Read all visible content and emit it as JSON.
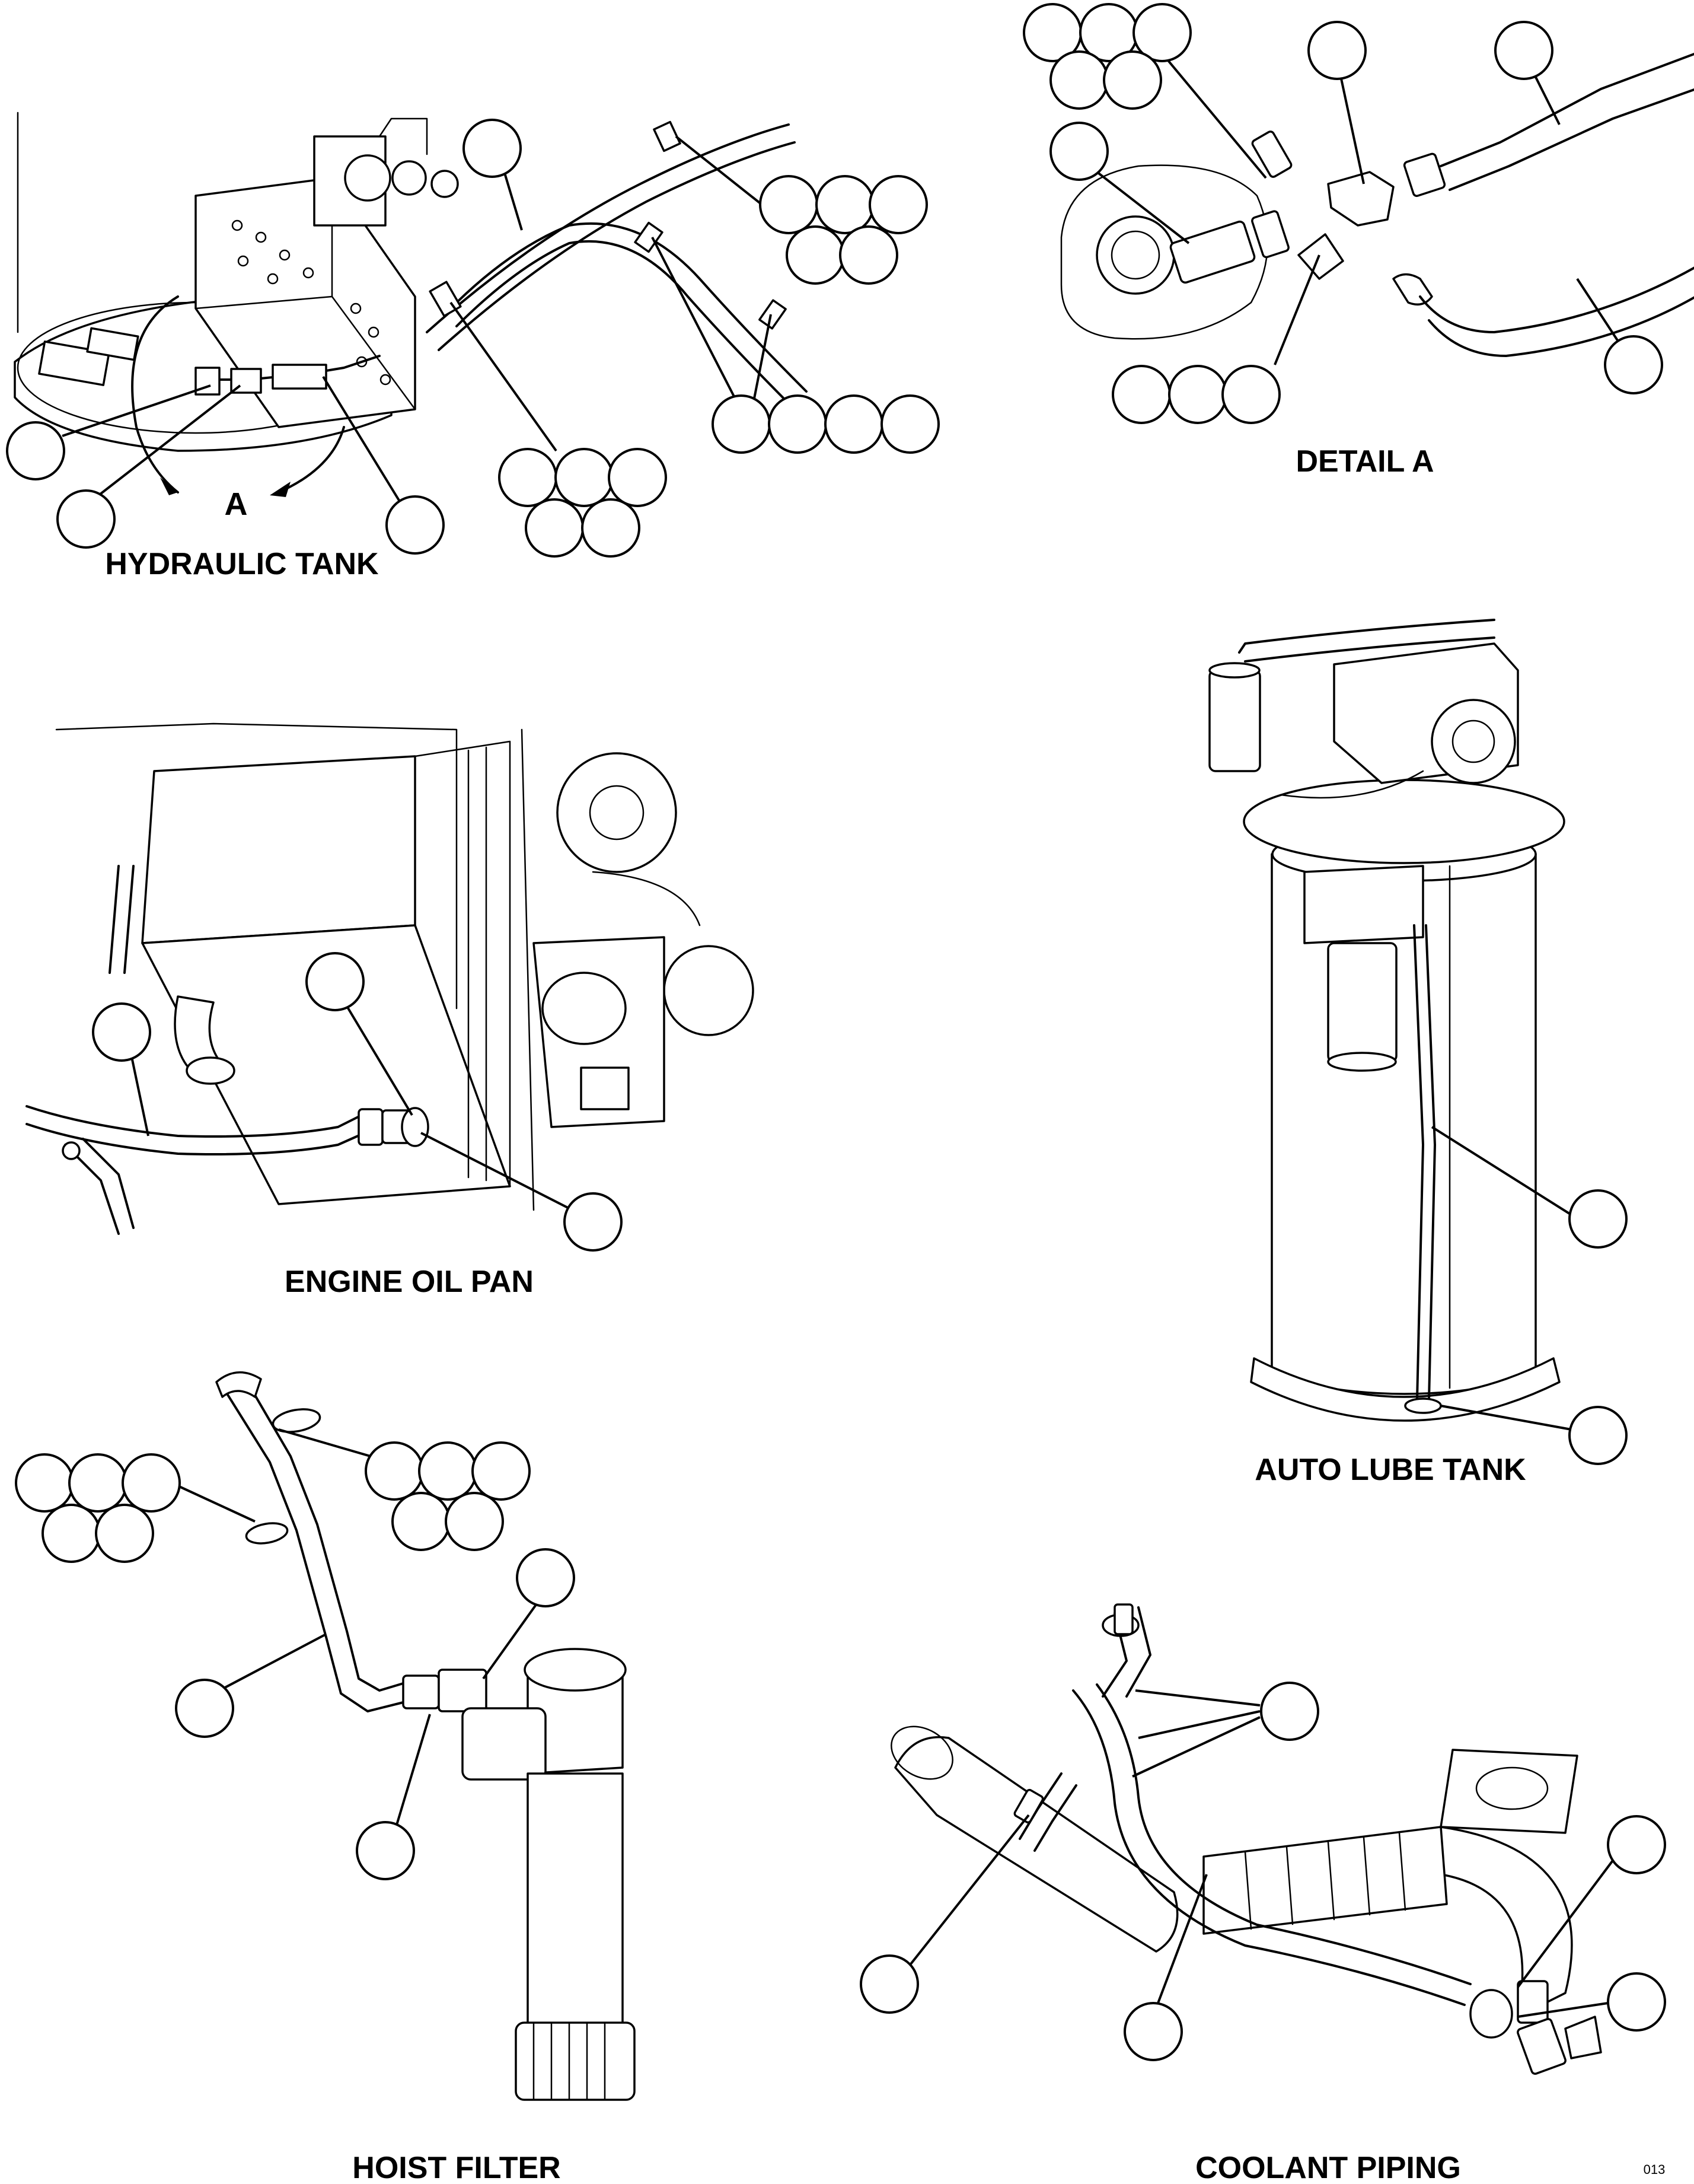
{
  "figure": {
    "captions": {
      "hydraulic_tank": "HYDRAULIC TANK",
      "detail_a": "DETAIL A",
      "engine_oil_pan": "ENGINE OIL PAN",
      "auto_lube_tank": "AUTO LUBE TANK",
      "hoist_filter": "HOIST FILTER",
      "coolant_piping": "COOLANT PIPING"
    },
    "view_letter": "A",
    "corner_code": "013",
    "colors": {
      "line": "#000000",
      "background": "#ffffff"
    }
  }
}
